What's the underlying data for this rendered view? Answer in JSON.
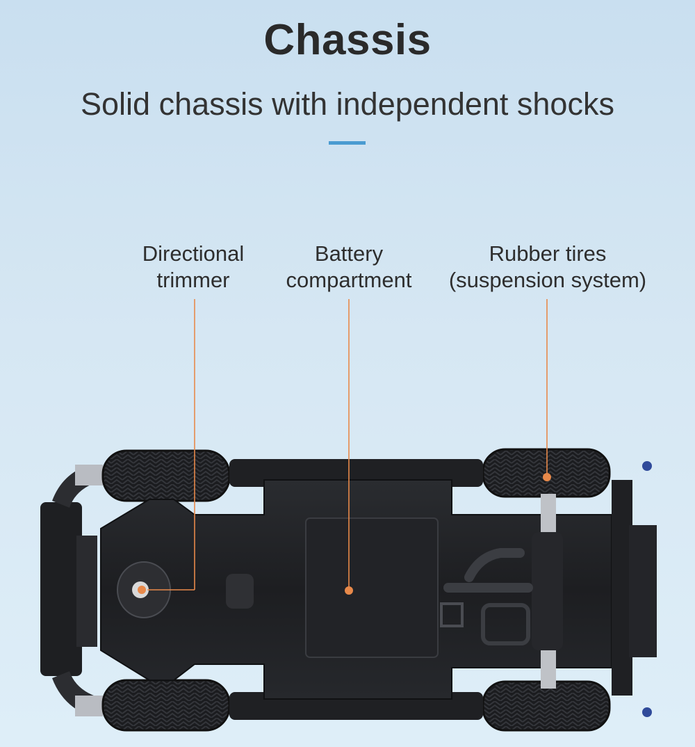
{
  "header": {
    "title": "Chassis",
    "subtitle": "Solid chassis with independent shocks"
  },
  "callouts": [
    {
      "line1": "Directional",
      "line2": "trimmer"
    },
    {
      "line1": "Battery",
      "line2": "compartment"
    },
    {
      "line1": "Rubber tires",
      "line2": "(suspension system)"
    }
  ],
  "colors": {
    "accent": "#4a9bd1",
    "pointer": "#e8894a",
    "chassis": "#1c1d20"
  }
}
